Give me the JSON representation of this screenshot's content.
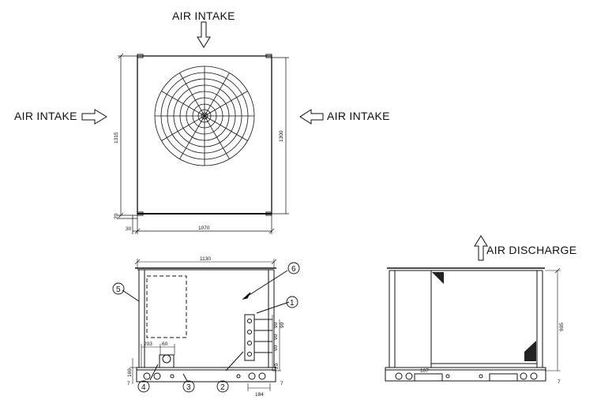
{
  "labels": {
    "air_intake_top": "AIR  INTAKE",
    "air_intake_left": "AIR  INTAKE",
    "air_intake_right": "AIR  INTAKE",
    "air_discharge": "AIR  DISCHARGE"
  },
  "dimensions": {
    "overall_height": "1315",
    "panel_height": "1300",
    "base_offset": "20",
    "side_offset": "30",
    "panel_width": "1070",
    "front_width": "1130",
    "port_spacing_1": "90",
    "port_spacing_2": "90",
    "port_spacing_3": "90",
    "port_spacing_4": "90",
    "left_offset": "203",
    "small_width": "60",
    "left_base": "169",
    "small_base": "7",
    "base_gap": "20",
    "base_right_small": "7",
    "bottom_right": "184",
    "side_height": "905",
    "side_base_small": "7",
    "side_mid": "107"
  },
  "callouts": [
    "1",
    "2",
    "3",
    "4",
    "5",
    "6"
  ]
}
